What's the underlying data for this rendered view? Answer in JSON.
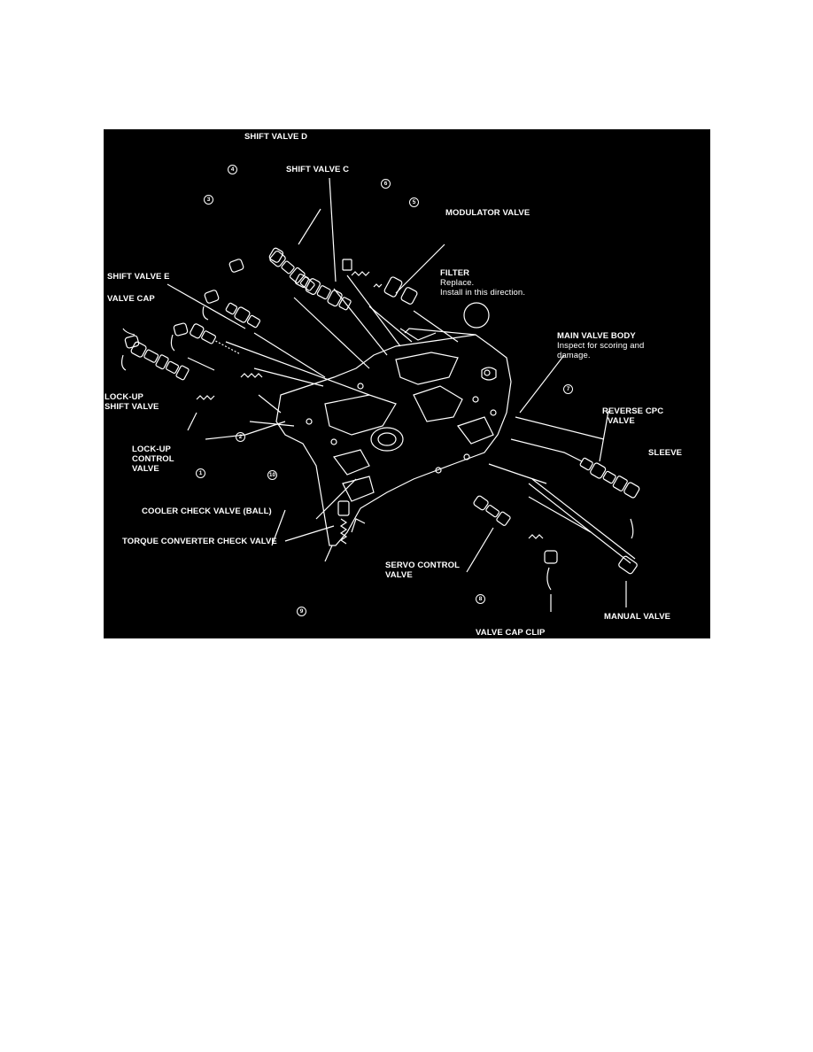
{
  "labels": {
    "shift_valve_d": "SHIFT VALVE D",
    "shift_valve_c": "SHIFT VALVE C",
    "modulator_valve": "MODULATOR VALVE",
    "filter_title": "FILTER",
    "filter_note_1": "Replace.",
    "filter_note_2": "Install in this direction.",
    "shift_valve_e": "SHIFT VALVE E",
    "valve_cap": "VALVE CAP",
    "main_valve_body": "MAIN VALVE BODY",
    "main_valve_body_note_1": "Inspect for scoring and",
    "main_valve_body_note_2": "damage.",
    "lockup_shift_1": "LOCK-UP",
    "lockup_shift_2": "SHIFT VALVE",
    "reverse_cpc_1": "REVERSE CPC",
    "reverse_cpc_2": "VALVE",
    "sleeve": "SLEEVE",
    "lockup_control_1": "LOCK-UP",
    "lockup_control_2": "CONTROL",
    "lockup_control_3": "VALVE",
    "cooler_check_valve": "COOLER CHECK VALVE (BALL)",
    "torque_converter_check_valve": "TORQUE CONVERTER CHECK VALVE",
    "servo_control_1": "SERVO CONTROL",
    "servo_control_2": "VALVE",
    "manual_valve": "MANUAL VALVE",
    "valve_cap_clip": "VALVE CAP CLIP"
  },
  "callouts": {
    "c1": "1",
    "c2": "2",
    "c3": "3",
    "c4": "4",
    "c5": "5",
    "c6": "6",
    "c7": "7",
    "c8": "8",
    "c9": "9",
    "c10": "10"
  },
  "colors": {
    "background": "#000000",
    "ink": "#ffffff",
    "page": "#ffffff"
  }
}
